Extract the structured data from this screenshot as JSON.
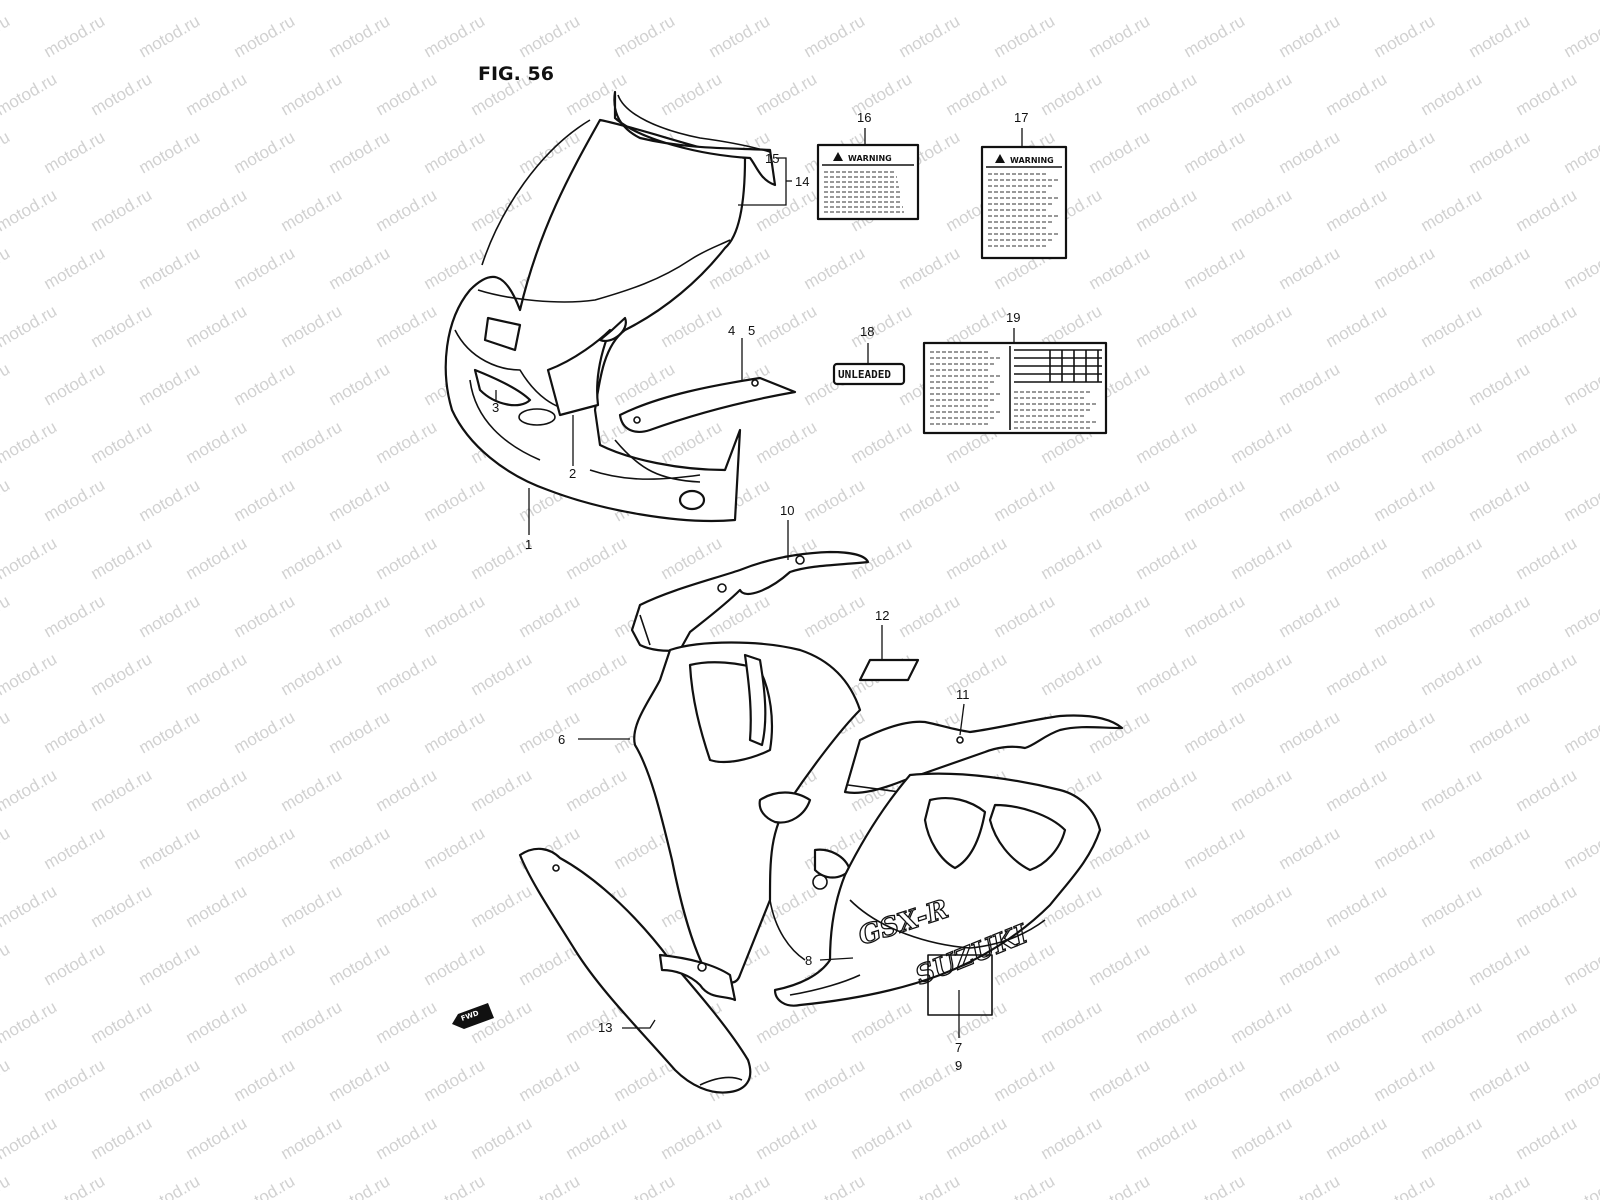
{
  "figure_title": "FIG. 56",
  "watermark": "motod.ru",
  "direction_marker": "FWD",
  "decals": {
    "warning_title": "WARNING",
    "unleaded": "UNLEADED",
    "logo_text": "SUZUKI",
    "model_text": "GSX-R"
  },
  "callouts": [
    "1",
    "2",
    "3",
    "4",
    "5",
    "6",
    "7",
    "8",
    "9",
    "10",
    "11",
    "12",
    "13",
    "14",
    "15",
    "16",
    "17",
    "18",
    "19"
  ],
  "colors": {
    "ink": "#111111",
    "watermark": "#9a9a9a",
    "background": "#ffffff"
  }
}
